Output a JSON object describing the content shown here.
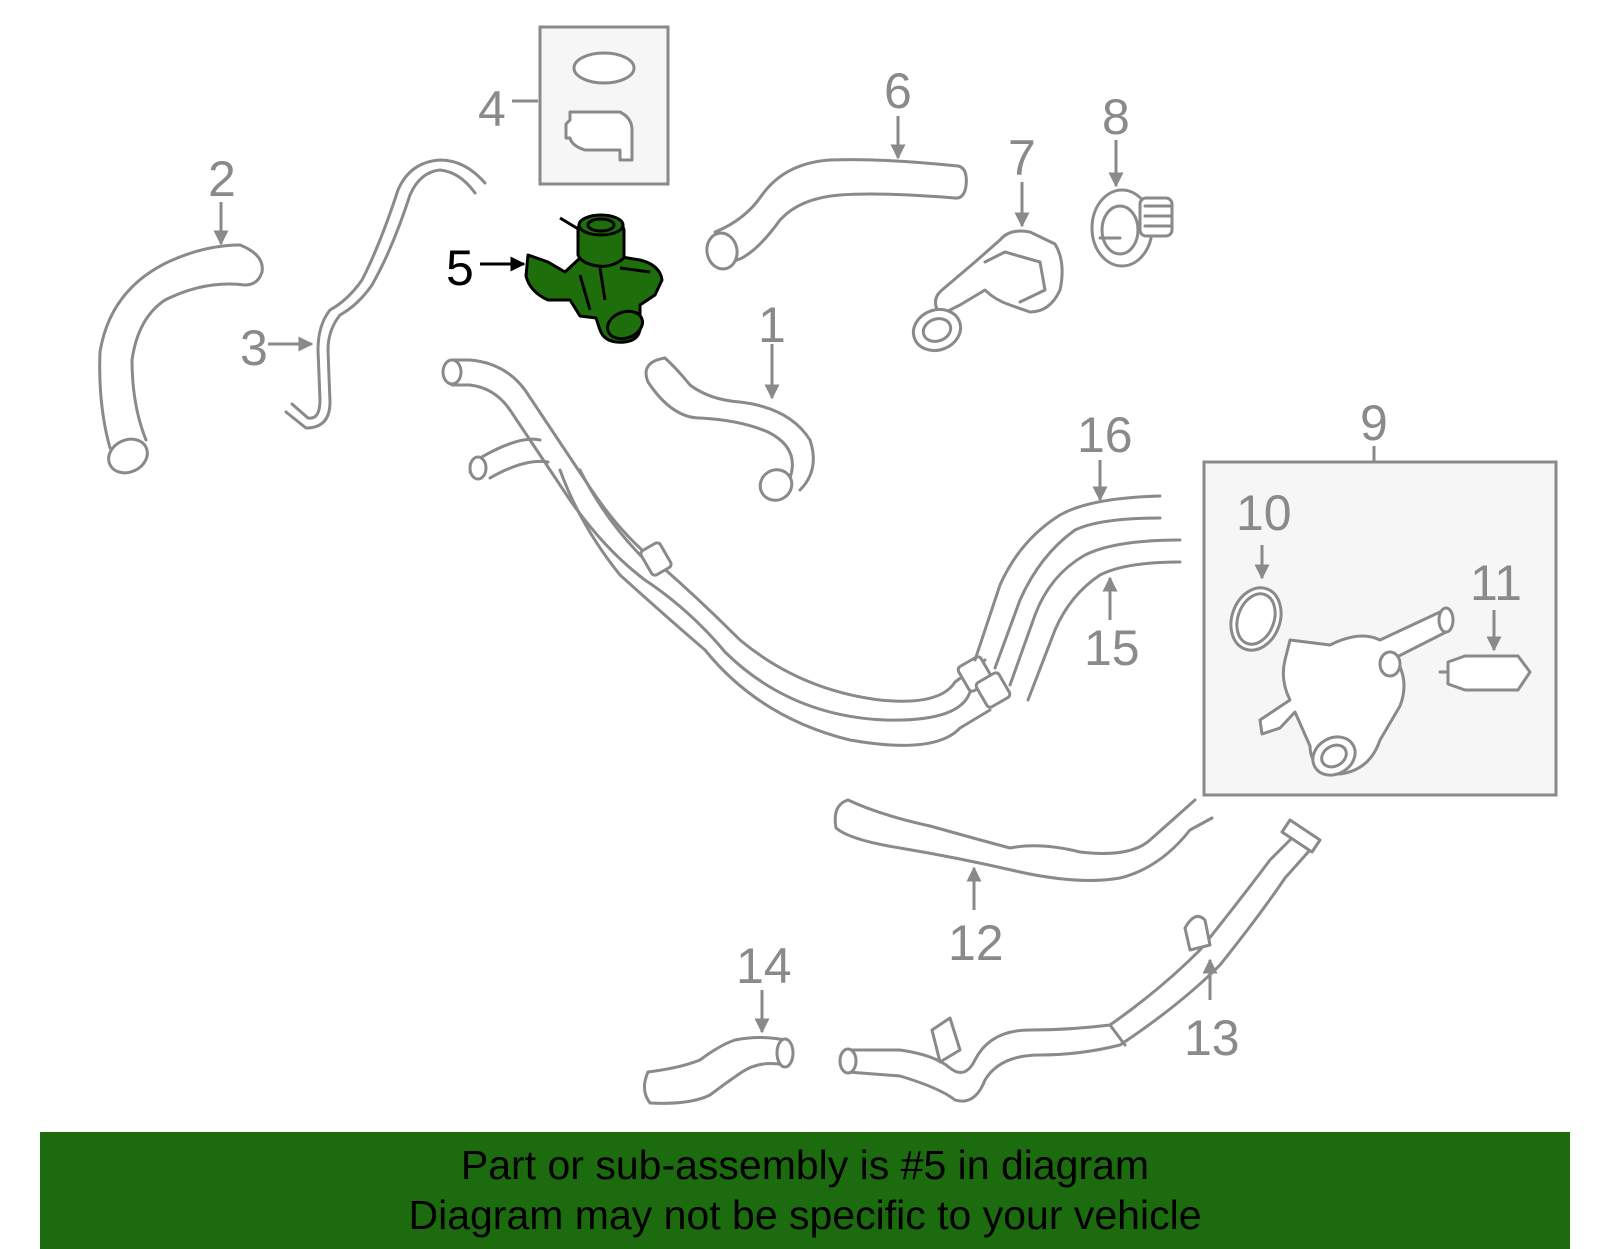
{
  "diagram": {
    "highlighted_part": "5",
    "highlight_color": "#1f6e0c",
    "line_color": "#8a8a8a",
    "callouts": {
      "c1": "1",
      "c2": "2",
      "c3": "3",
      "c4": "4",
      "c5": "5",
      "c6": "6",
      "c7": "7",
      "c8": "8",
      "c9": "9",
      "c10": "10",
      "c11": "11",
      "c12": "12",
      "c13": "13",
      "c14": "14",
      "c15": "15",
      "c16": "16"
    }
  },
  "banner": {
    "line1": "Part or sub-assembly is #5 in diagram",
    "line2": "Diagram may not be specific to your vehicle",
    "background": "#1c6b0e"
  }
}
